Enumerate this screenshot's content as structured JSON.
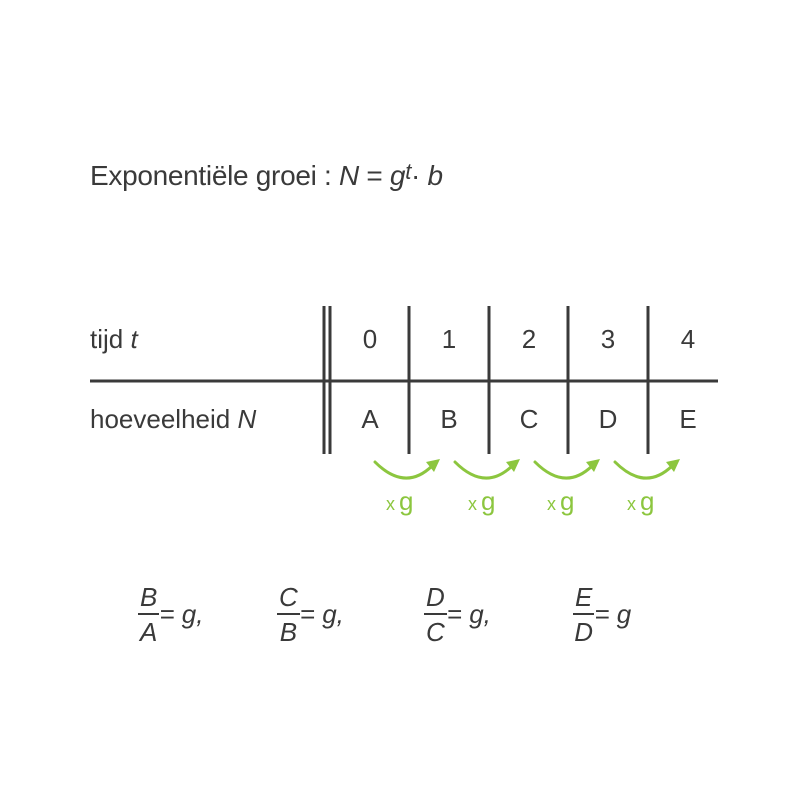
{
  "title": {
    "prefix": "Exponentiële groei : ",
    "N": "N",
    "eq": " = ",
    "g": "g",
    "exp": "t",
    "dot": "· ",
    "b": "b"
  },
  "table": {
    "row1_label": "tijd ",
    "row1_var": "t",
    "row2_label": "hoeveelheid ",
    "row2_var": "N",
    "times": [
      "0",
      "1",
      "2",
      "3",
      "4"
    ],
    "amounts": [
      "A",
      "B",
      "C",
      "D",
      "E"
    ],
    "multiplier_x": "x",
    "multiplier_g": "g"
  },
  "formulas": [
    {
      "num": "B",
      "den": "A",
      "rhs": " = g,"
    },
    {
      "num": "C",
      "den": "B",
      "rhs": " = g,"
    },
    {
      "num": "D",
      "den": "C",
      "rhs": " = g,"
    },
    {
      "num": "E",
      "den": "D",
      "rhs": " = g"
    }
  ],
  "colors": {
    "text": "#3a3a3a",
    "accent": "#8cc63f"
  }
}
